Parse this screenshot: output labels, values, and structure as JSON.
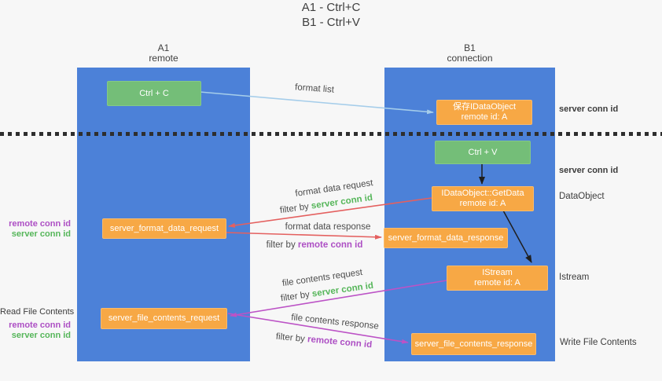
{
  "title": {
    "line1": "A1 - Ctrl+C",
    "line2": "B1 - Ctrl+V"
  },
  "columns": {
    "left": {
      "title": "A1",
      "subtitle": "remote"
    },
    "right": {
      "title": "B1",
      "subtitle": "connection"
    }
  },
  "nodes": {
    "ctrl_c": {
      "label": "Ctrl + C"
    },
    "ctrl_v": {
      "label": "Ctrl + V"
    },
    "save_dataobject": {
      "line1": "保存IDataObject",
      "line2": "remote id: A"
    },
    "getdata": {
      "line1": "IDataObject::GetData",
      "line2": "remote id: A"
    },
    "istream": {
      "line1": "IStream",
      "line2": "remote id: A"
    },
    "server_format_data_request": {
      "label": "server_format_data_request"
    },
    "server_format_data_response": {
      "label": "server_format_data_response"
    },
    "server_file_contents_request": {
      "label": "server_file_contents_request"
    },
    "server_file_contents_response": {
      "label": "server_file_contents_response"
    }
  },
  "arrows": {
    "format_list": {
      "label": "format list"
    },
    "format_data_request": {
      "label": "format data request",
      "filter_prefix": "filter by",
      "filter_key": "server conn id"
    },
    "format_data_response": {
      "label": "format data response",
      "filter_prefix": "filter by",
      "filter_key": "remote conn id"
    },
    "file_contents_request": {
      "label": "file contents request",
      "filter_prefix": "filter by",
      "filter_key": "server conn id"
    },
    "file_contents_response": {
      "label": "file contents response",
      "filter_prefix": "filter by",
      "filter_key": "remote conn id"
    }
  },
  "side_labels": {
    "server_conn_id_top": "server conn id",
    "server_conn_id_mid": "server conn id",
    "dataobject": "DataObject",
    "istream": "Istream",
    "write_file_contents": "Write File Contents",
    "read_file_contents": "Read File Contents",
    "format_request_remote_conn_id": "remote conn id",
    "format_request_server_conn_id": "server conn id",
    "file_request_remote_conn_id": "remote conn id",
    "file_request_server_conn_id": "server conn id"
  },
  "colors": {
    "lane_blue": "#4c81d8",
    "box_green": "#74be78",
    "box_orange": "#f7a845",
    "arrow_red": "#e4605f",
    "arrow_magenta": "#bc53c6",
    "arrow_light_blue": "#a5cdea",
    "arrow_black": "#1f1f1f",
    "text_green": "#56b65a",
    "text_purple": "#ad4fc4",
    "background": "#f7f7f7"
  }
}
